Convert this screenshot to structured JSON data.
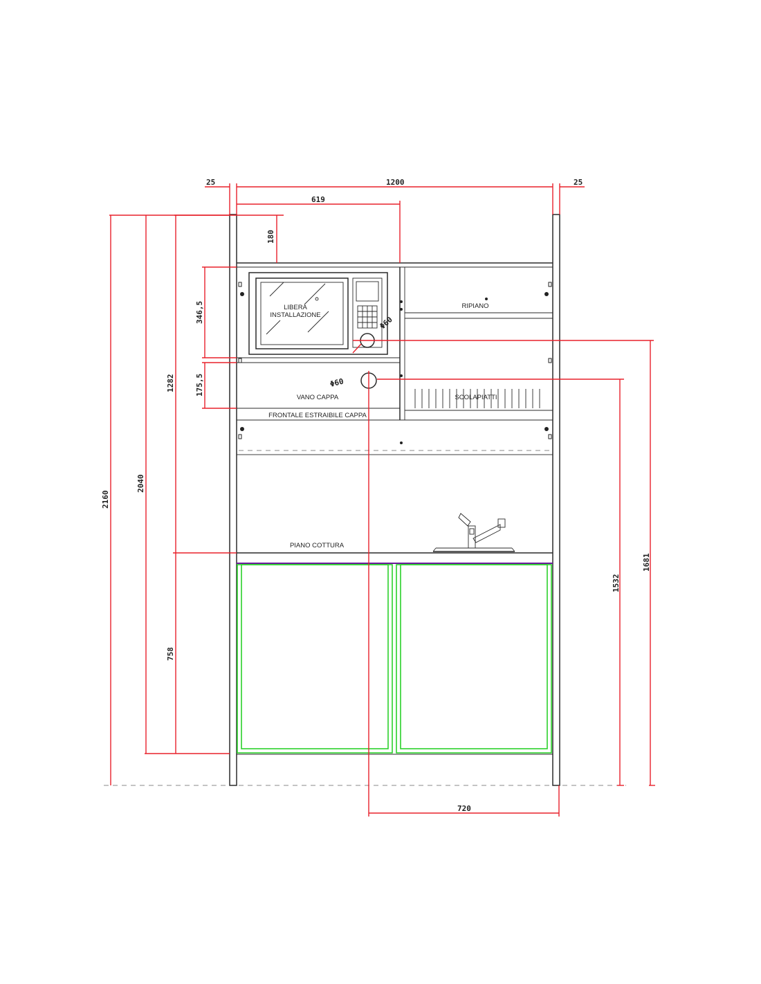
{
  "dimensions": {
    "left_side": "25",
    "width": "1200",
    "right_side": "25",
    "upper_left_width": "619",
    "top_gap": "180",
    "microwave_height": "346,5",
    "hood_height": "175,5",
    "total_height": "2160",
    "height_2040": "2040",
    "height_1282": "1282",
    "base_height": "758",
    "pipe_height_1681": "1681",
    "pipe_height_1532": "1532",
    "pipe_offset": "720",
    "hole_diameter_upper": "Φ60",
    "hole_diameter_lower": "Φ60"
  },
  "labels": {
    "microwave_line1": "LIBERA",
    "microwave_line2": "INSTALLAZIONE",
    "shelf": "RIPIANO",
    "hood_space": "VANO CAPPA",
    "dish_rack": "SCOLAPIATTI",
    "hood_front": "FRONTALE ESTRAIBILE CAPPA",
    "cooktop": "PIANO COTTURA"
  },
  "colors": {
    "dimension_lines": "#e8202a",
    "outline": "#2a2a2a",
    "door_frames": "#2bd02b",
    "worktop_edge": "#6a1a9a"
  }
}
